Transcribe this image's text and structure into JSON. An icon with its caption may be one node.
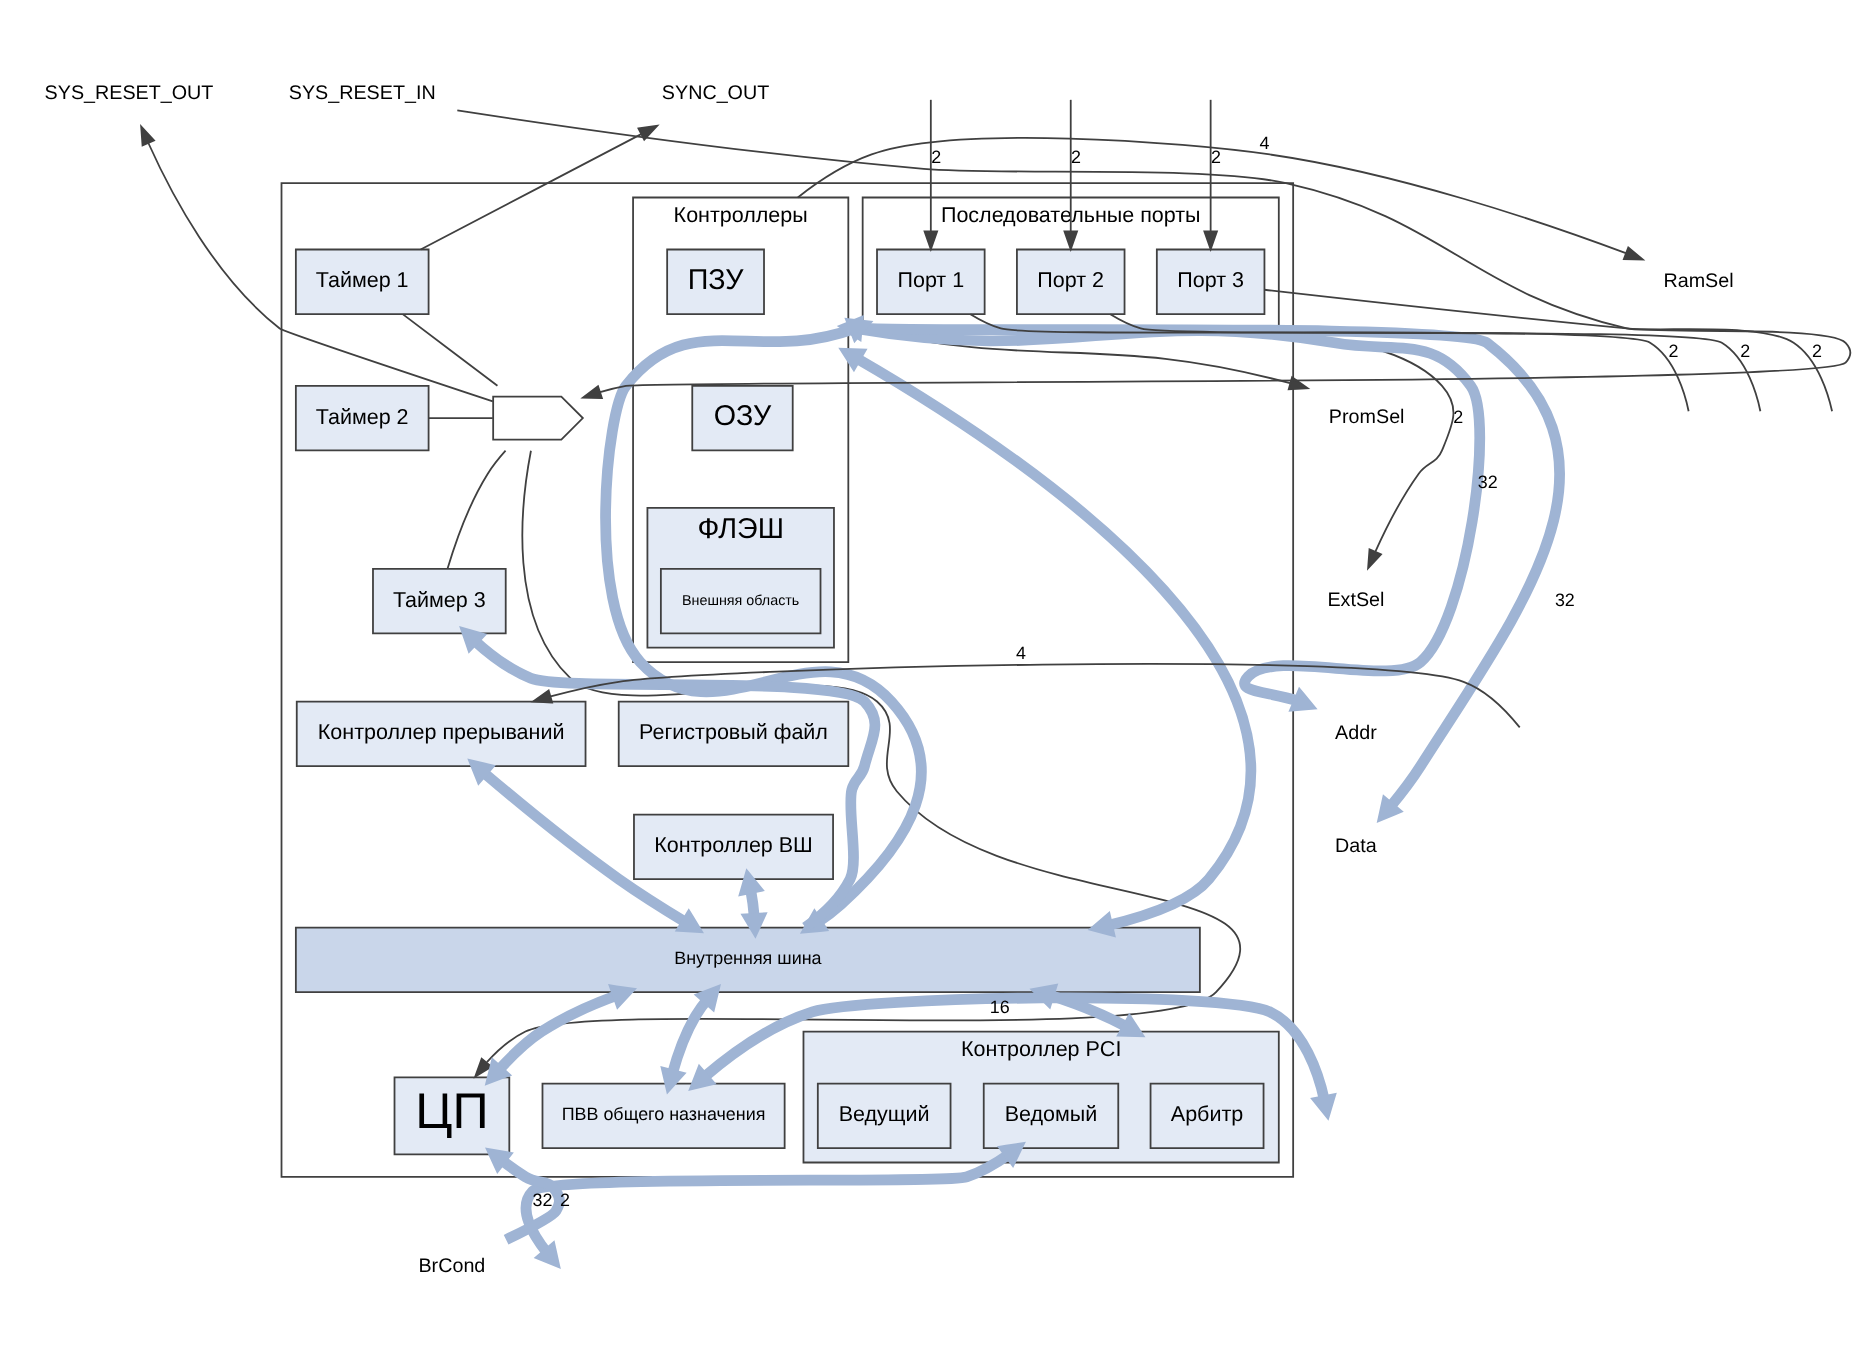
{
  "diagram": {
    "nodes": [
      {
        "text": [],
        "shape": "box"
      },
      {
        "text": [
          "Контроллеры"
        ],
        "in": 0
      },
      {
        "text": [
          "ПЗУ"
        ],
        "in": 1
      },
      {
        "text": [
          "ОЗУ"
        ],
        "in": 1
      },
      {
        "text": [
          "ФЛЭШ"
        ],
        "in": 1
      },
      {
        "text": [
          "Внешняя область"
        ],
        "in": 4
      },
      {
        "text": [
          "Последовательные порты"
        ],
        "in": 0
      },
      {
        "text": [
          "Порт 1"
        ],
        "in": 6
      },
      {
        "text": [
          "Порт 2"
        ],
        "in": 6
      },
      {
        "text": [
          "Порт 3"
        ],
        "in": 6
      },
      {
        "text": [
          "Таймер 1"
        ],
        "in": 0
      },
      {
        "text": [
          "Таймер 2"
        ],
        "in": 0
      },
      {
        "text": [
          "Таймер 3"
        ],
        "in": 0
      },
      {
        "text": [],
        "shape": "gate",
        "in": 0
      },
      {
        "text": [
          "Регистровый файл"
        ],
        "in": 0
      },
      {
        "text": [
          "Контроллер ВШ"
        ],
        "in": 0
      },
      {
        "text": [
          "Контроллер прерываний"
        ],
        "in": 0
      },
      {
        "text": [
          "Внутренняя шина"
        ],
        "in": 0
      },
      {
        "text": [
          "ЦП"
        ],
        "in": 0
      },
      {
        "text": [
          "ПВВ общего назначения"
        ],
        "in": 0
      },
      {
        "text": [
          "Контроллер PCI"
        ],
        "in": 0
      },
      {
        "text": [
          "Арбитр"
        ],
        "in": 20
      },
      {
        "text": [
          "Ведомый"
        ],
        "in": 20
      },
      {
        "text": [
          "Ведущий"
        ],
        "in": 20
      },
      {
        "text": [
          "SYS_RESET_OUT"
        ]
      },
      {
        "text": [
          "SYS_RESET_IN"
        ]
      },
      {
        "text": [
          "SYNC_OUT"
        ]
      },
      {
        "text": [
          "RamSel"
        ]
      },
      {
        "text": [
          "PromSel"
        ]
      },
      {
        "text": [
          "ExtSel"
        ]
      },
      {
        "text": [
          "Addr"
        ]
      },
      {
        "text": [
          "Data"
        ]
      },
      {
        "text": [
          "BrCond"
        ]
      }
    ],
    "edges": [
      {
        "from": 1,
        "to": 27,
        "arrow": "to",
        "label": "4"
      },
      {
        "from": 1,
        "to": 28,
        "arrow": "to"
      },
      {
        "from": 1,
        "to": 29,
        "arrow": "to",
        "label": "2"
      },
      {
        "from": 1,
        "to": 30,
        "arrow": "to",
        "label": "32",
        "style": "thick",
        "color": "#9fb4d4"
      },
      {
        "from": 1,
        "to": 31,
        "arrow": "both",
        "label": "32",
        "style": "thick",
        "color": "#9fb4d4"
      },
      {
        "from": 25,
        "to": 13,
        "arrow": "to"
      },
      {
        "from": 10,
        "to": 13,
        "arrow": "none"
      },
      {
        "from": 11,
        "to": 13,
        "arrow": "none"
      },
      {
        "from": 12,
        "to": 13,
        "arrow": "none"
      },
      {
        "from": 13,
        "to": 24,
        "arrow": "to"
      },
      {
        "from": 13,
        "to": 18,
        "arrow": "to"
      },
      {
        "from": 10,
        "to": 26,
        "arrow": "to"
      },
      {
        "from": 17,
        "to": 6,
        "arrow": "both",
        "style": "thick",
        "color": "#9fb4d4"
      },
      {
        "from": 17,
        "to": 12,
        "arrow": "to",
        "style": "thick",
        "color": "#9fb4d4"
      },
      {
        "from": 17,
        "to": 16,
        "arrow": "both",
        "style": "thick",
        "color": "#9fb4d4"
      },
      {
        "from": 17,
        "to": 1,
        "arrow": "both",
        "style": "thick",
        "color": "#9fb4d4"
      },
      {
        "from": 17,
        "to": 15,
        "arrow": "both",
        "style": "thick",
        "color": "#9fb4d4"
      },
      {
        "from": 17,
        "to": 18,
        "arrow": "both",
        "style": "thick",
        "color": "#9fb4d4"
      },
      {
        "from": 17,
        "to": 19,
        "arrow": "both",
        "style": "thick",
        "color": "#9fb4d4"
      },
      {
        "from": 17,
        "to": 20,
        "arrow": "both",
        "style": "thick",
        "color": "#9fb4d4"
      },
      {
        "from": 19,
        "to": null,
        "arrow": "both",
        "label": "16",
        "style": "thick",
        "color": "#9fb4d4"
      },
      {
        "from": 32,
        "to": 18,
        "arrow": "to",
        "label": "2",
        "style": "thick",
        "color": "#9fb4d4"
      },
      {
        "from": 22,
        "to": null,
        "arrow": "both",
        "label": "32",
        "style": "thick",
        "color": "#9fb4d4"
      },
      {
        "from": 7,
        "to": null,
        "arrow": "none",
        "label": "2"
      },
      {
        "from": null,
        "to": 7,
        "arrow": "to",
        "label": "2"
      },
      {
        "from": 8,
        "to": null,
        "arrow": "none",
        "label": "2"
      },
      {
        "from": null,
        "to": 8,
        "arrow": "to",
        "label": "2"
      },
      {
        "from": 9,
        "to": null,
        "arrow": "none",
        "label": "2"
      },
      {
        "from": null,
        "to": 9,
        "arrow": "to",
        "label": "2"
      },
      {
        "from": null,
        "to": 16,
        "arrow": "to",
        "label": "4"
      }
    ]
  }
}
